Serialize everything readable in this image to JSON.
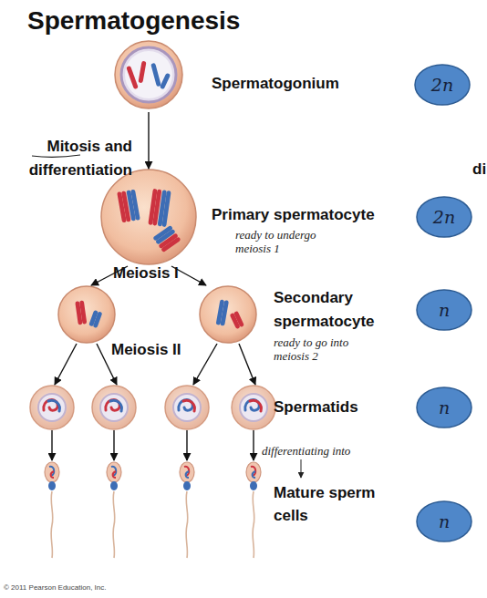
{
  "diagram": {
    "title": "Spermatogenesis",
    "nodes": [
      {
        "text": [
          "Spermatogonium"
        ]
      },
      {
        "text": [
          "2n"
        ]
      },
      {
        "text": [
          "Primary spermatocyte",
          "ready to undergo meiosis 1"
        ]
      },
      {
        "text": [
          "2n"
        ]
      },
      {
        "text": [
          "Secondary spermatocyte",
          "ready to go into meiosis 2"
        ]
      },
      {
        "text": [
          "n"
        ]
      },
      {
        "text": [
          "Spermatids"
        ]
      },
      {
        "text": [
          "n"
        ]
      },
      {
        "text": [
          "Mature sperm cells"
        ]
      },
      {
        "text": [
          "n"
        ]
      }
    ],
    "edges": [
      {
        "from": 0,
        "to": 2,
        "arrow": "to",
        "label": "Mitosis and differentiation"
      },
      {
        "from": 2,
        "to": 4,
        "arrow": "to",
        "label": "Meiosis I"
      },
      {
        "from": 4,
        "to": 6,
        "arrow": "to",
        "label": "Meiosis II"
      },
      {
        "from": 6,
        "to": 8,
        "arrow": "to"
      }
    ],
    "labels": [
      "differentiating into",
      "di",
      "© 2011 Pearson Education, Inc."
    ]
  }
}
